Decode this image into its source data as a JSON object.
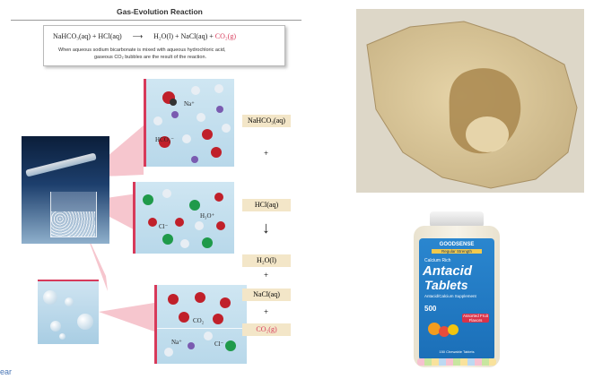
{
  "figure": {
    "title": "Gas-Evolution Reaction",
    "equation": {
      "reactants": "NaHCO₃(aq) + HCl(aq)",
      "arrow": "⟶",
      "products_black": "H₂O(l) + NaCl(aq) +",
      "products_red": "CO₂(g)"
    },
    "caption_line1": "When aqueous sodium bicarbonate is mixed with aqueous hydrochloric acid,",
    "caption_line2": "gaseous CO₂ bubbles are the result of the reaction.",
    "panel1_labels": {
      "na": "Na⁺",
      "hco3": "HCO₃⁻"
    },
    "panel2_labels": {
      "h3o": "H₃O⁺",
      "cl": "Cl⁻"
    },
    "panel3_labels": {
      "co2": "CO₂",
      "na": "Na⁺",
      "cl": "Cl⁻"
    },
    "tags": {
      "nahco3": "NaHCO₃(aq)",
      "plus1": "+",
      "hcl": "HCl(aq)",
      "down_arrow": "↓",
      "h2o": "H₂O(l)",
      "plus2": "+",
      "nacl": "NaCl(aq)",
      "plus3": "+",
      "co2": "CO₂(g)"
    }
  },
  "bottle": {
    "brand": "GOODSENSE",
    "banner": "Regular Strength",
    "line1": "Calcium Rich",
    "line2": "Antacid",
    "line3": "Tablets",
    "line4": "Antacid/Calcium Supplement",
    "line5": "500",
    "line6": "Assorted Fruit Flavors",
    "count": "150 Chewable Tablets"
  },
  "footer": {
    "text": "ear"
  },
  "colors": {
    "accent_red": "#d73a5a",
    "tag_bg": "#f3e6c8",
    "bottle_blue": "#1b6fb8"
  }
}
